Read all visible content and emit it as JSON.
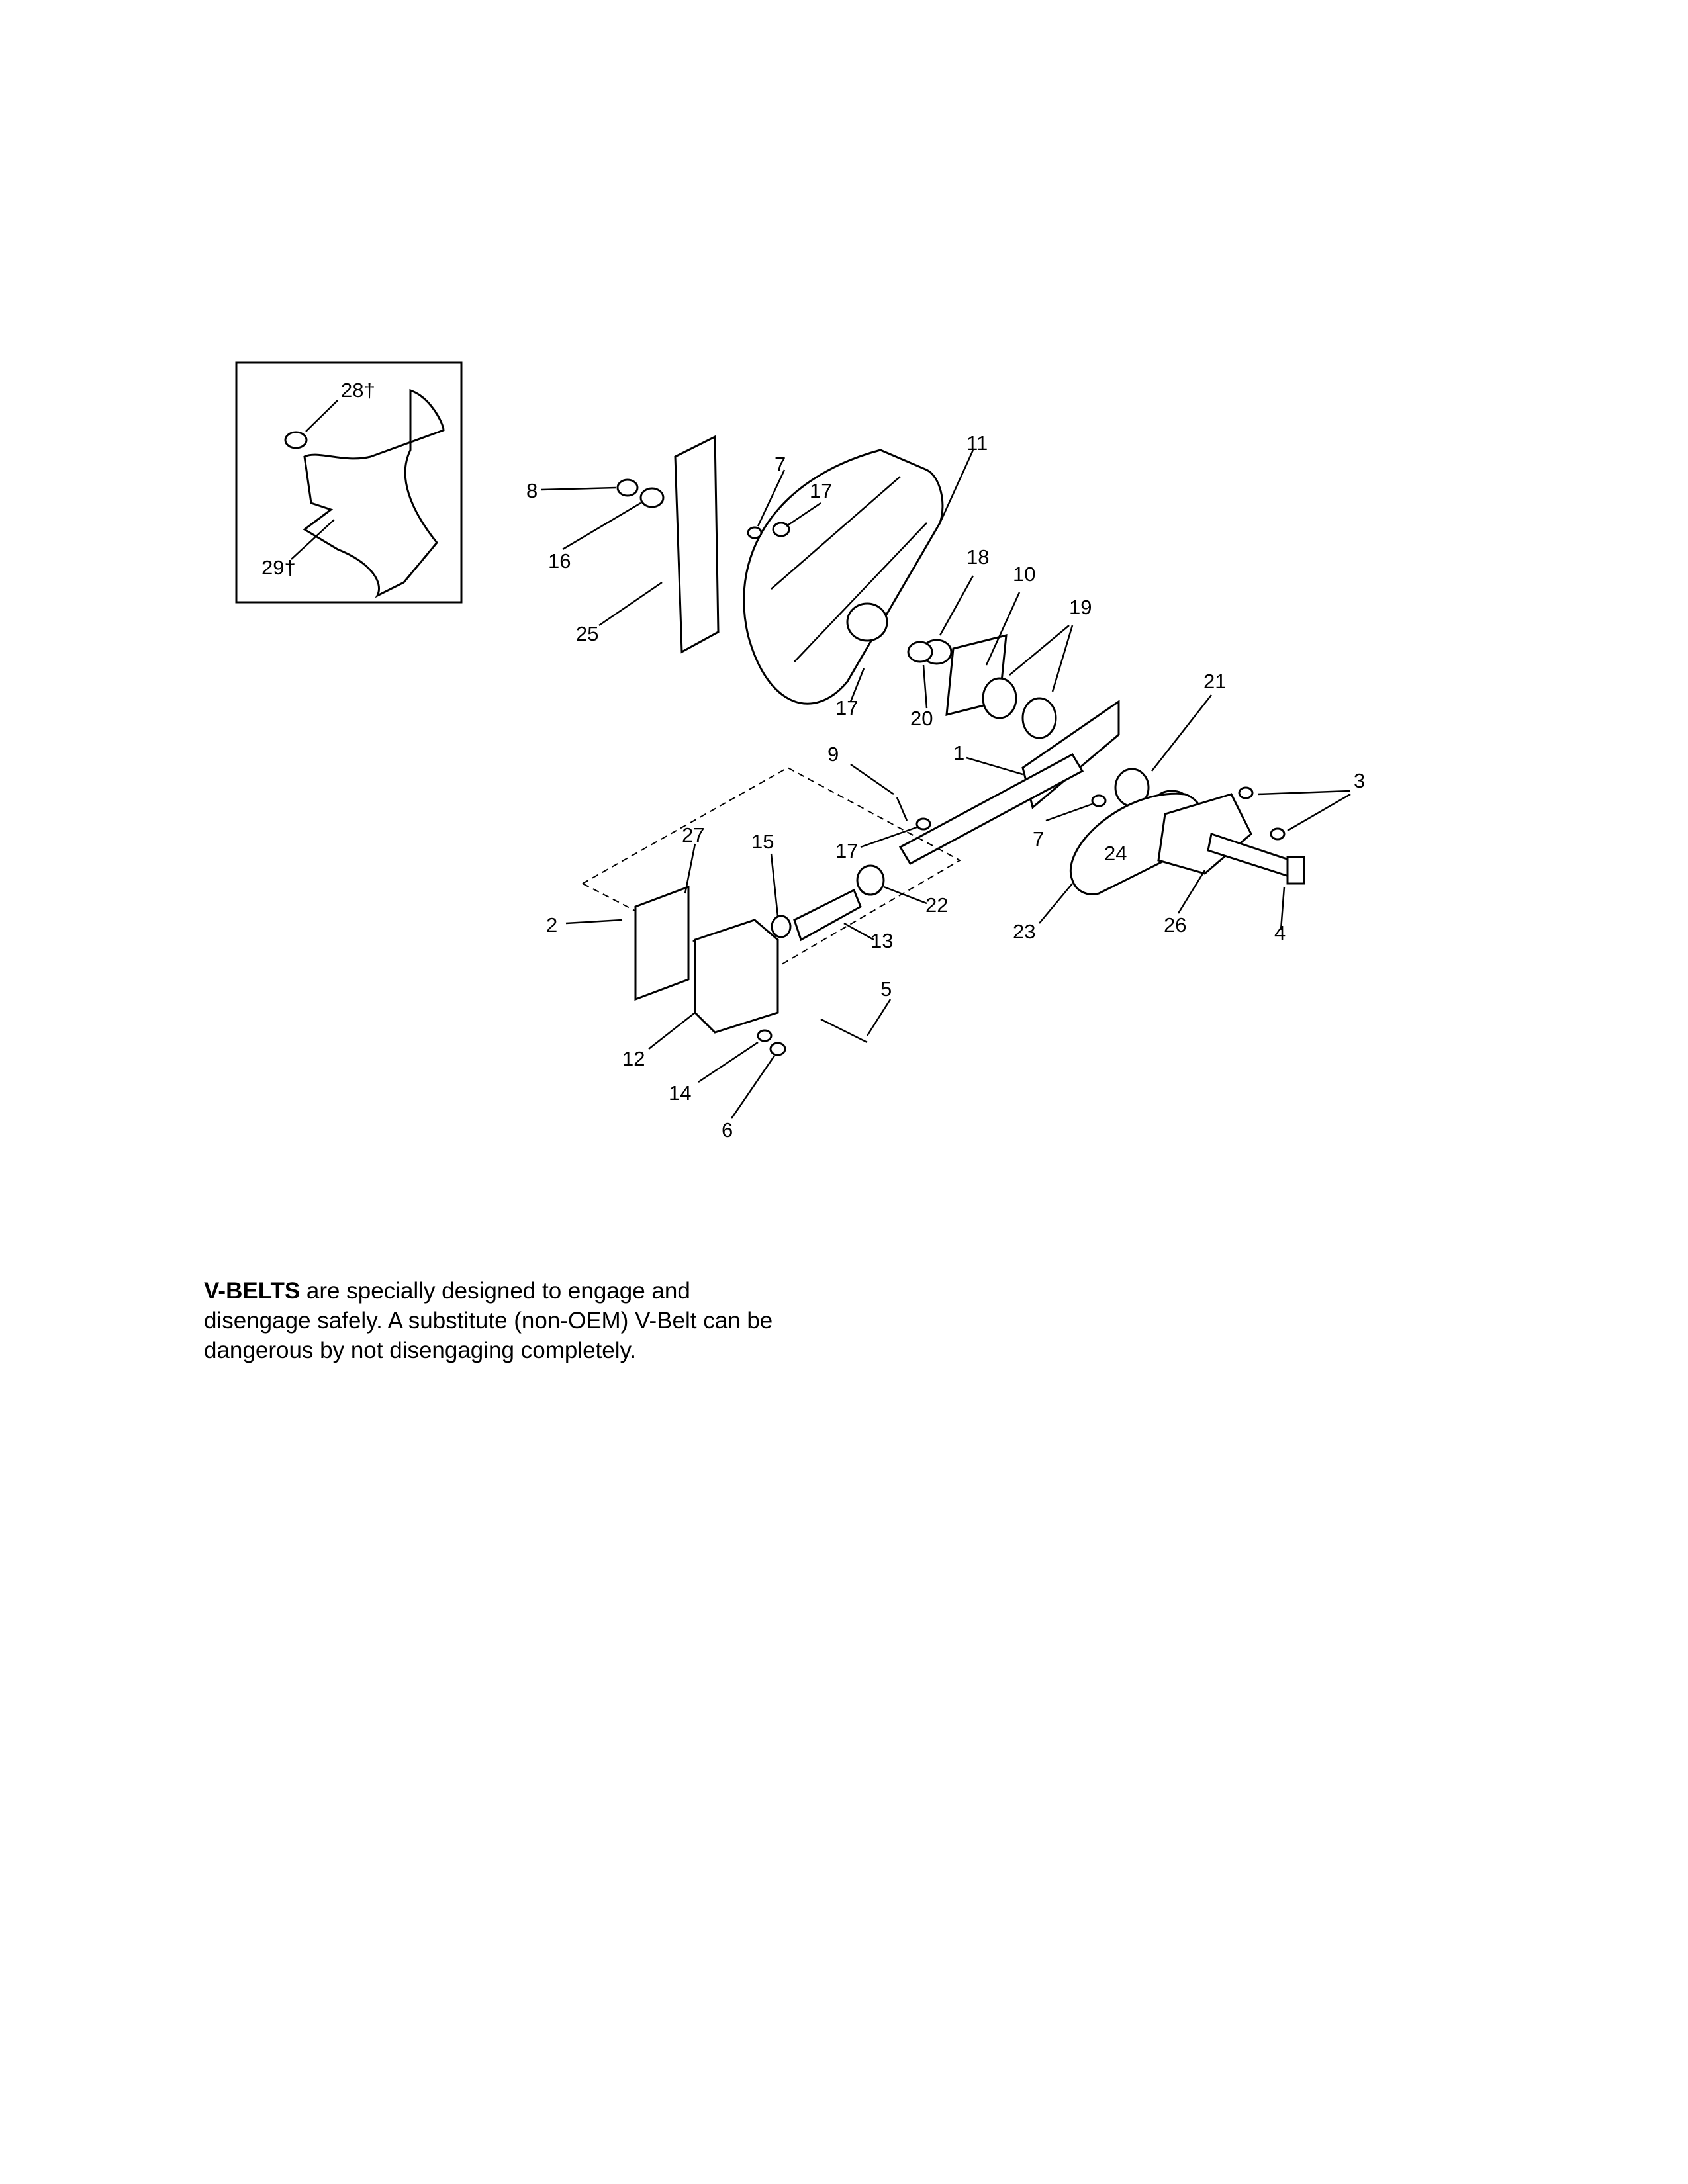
{
  "callouts": [
    {
      "id": "c1",
      "text": "1"
    },
    {
      "id": "c2",
      "text": "2"
    },
    {
      "id": "c3",
      "text": "3"
    },
    {
      "id": "c4",
      "text": "4"
    },
    {
      "id": "c5",
      "text": "5"
    },
    {
      "id": "c6",
      "text": "6"
    },
    {
      "id": "c7a",
      "text": "7"
    },
    {
      "id": "c7b",
      "text": "7"
    },
    {
      "id": "c8",
      "text": "8"
    },
    {
      "id": "c9",
      "text": "9"
    },
    {
      "id": "c10",
      "text": "10"
    },
    {
      "id": "c11",
      "text": "11"
    },
    {
      "id": "c12",
      "text": "12"
    },
    {
      "id": "c13",
      "text": "13"
    },
    {
      "id": "c14",
      "text": "14"
    },
    {
      "id": "c15",
      "text": "15"
    },
    {
      "id": "c16",
      "text": "16"
    },
    {
      "id": "c17a",
      "text": "17"
    },
    {
      "id": "c17b",
      "text": "17"
    },
    {
      "id": "c17c",
      "text": "17"
    },
    {
      "id": "c18",
      "text": "18"
    },
    {
      "id": "c19",
      "text": "19"
    },
    {
      "id": "c20",
      "text": "20"
    },
    {
      "id": "c21",
      "text": "21"
    },
    {
      "id": "c22",
      "text": "22"
    },
    {
      "id": "c23",
      "text": "23"
    },
    {
      "id": "c24",
      "text": "24"
    },
    {
      "id": "c25",
      "text": "25"
    },
    {
      "id": "c26",
      "text": "26"
    },
    {
      "id": "c27",
      "text": "27"
    },
    {
      "id": "c28",
      "text": "28†"
    },
    {
      "id": "c29",
      "text": "29†"
    }
  ],
  "note": {
    "bold": "V-BELTS",
    "rest": " are specially designed to engage and disengage safely. A substitute (non-OEM) V-Belt can be dangerous by not disengaging completely."
  }
}
